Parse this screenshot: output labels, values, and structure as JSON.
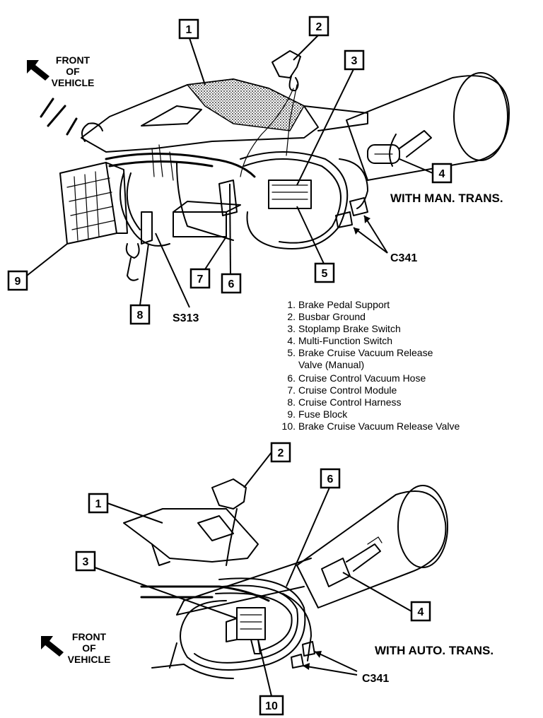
{
  "top_view": {
    "direction_label": [
      "FRONT",
      "OF",
      "VEHICLE"
    ],
    "transmission_label": "WITH MAN. TRANS.",
    "callouts": [
      "1",
      "2",
      "3",
      "4",
      "5",
      "6",
      "7",
      "8",
      "9"
    ],
    "connector_label": "C341",
    "splice_label": "S313"
  },
  "legend": {
    "items": [
      {
        "num": "1.",
        "text": "Brake Pedal Support"
      },
      {
        "num": "2.",
        "text": "Busbar Ground"
      },
      {
        "num": "3.",
        "text": "Stoplamp Brake Switch"
      },
      {
        "num": "4.",
        "text": "Multi-Function Switch"
      },
      {
        "num": "5.",
        "text": "Brake Cruise Vacuum Release",
        "text2": "Valve (Manual)"
      },
      {
        "num": "6.",
        "text": "Cruise Control Vacuum Hose"
      },
      {
        "num": "7.",
        "text": "Cruise Control Module"
      },
      {
        "num": "8.",
        "text": "Cruise Control Harness"
      },
      {
        "num": "9.",
        "text": "Fuse Block"
      },
      {
        "num": "10.",
        "text": "Brake Cruise Vacuum Release Valve"
      }
    ]
  },
  "bottom_view": {
    "direction_label": [
      "FRONT",
      "OF",
      "VEHICLE"
    ],
    "transmission_label": "WITH AUTO. TRANS.",
    "callouts": [
      "1",
      "2",
      "3",
      "4",
      "6",
      "10"
    ],
    "connector_label": "C341"
  }
}
